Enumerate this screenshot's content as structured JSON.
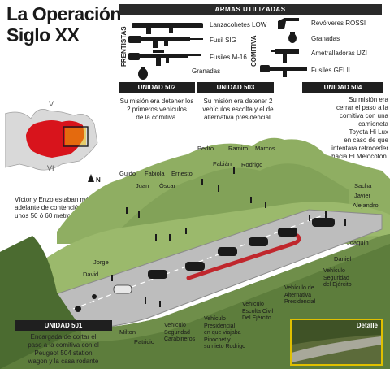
{
  "title": {
    "line1": "La Operación",
    "line2": "Siglo XX"
  },
  "armas": {
    "heading": "ARMAS UTILIZADAS",
    "frentistas_label": "FRENTISTAS",
    "comitiva_label": "COMITIVA",
    "frentistas": [
      "Lanzacohetes LOW",
      "Fusil SIG",
      "Fusiles M-16",
      "Granadas"
    ],
    "comitiva": [
      "Revólveres ROSSI",
      "Granadas",
      "Ametralladoras UZI",
      "Fusiles GELIL"
    ]
  },
  "units": {
    "u502": {
      "label": "UNIDAD 502",
      "text": [
        "Su misión era detener los",
        "2 primeros vehículos",
        "de la comitiva."
      ]
    },
    "u503": {
      "label": "UNIDAD 503",
      "text": [
        "Su misión era detener 2",
        "vehículos escolta y el de",
        "alternativa presidencial."
      ]
    },
    "u504": {
      "label": "UNIDAD 504",
      "text": [
        "Su misión era",
        "cerrar el paso a la",
        "comitiva con una",
        "camioneta",
        "Toyota Hi Lux",
        "en caso de que",
        "intentara retroceder",
        "hacia El Melocotón."
      ]
    },
    "u501": {
      "label": "UNIDAD 501",
      "text": [
        "Encargada de cortar el",
        "paso a la comitiva con el",
        "Peugeot 504 station",
        "wagon y la casa rodante"
      ]
    }
  },
  "map": {
    "region_v": "V",
    "region_vi": "VI",
    "north": "N"
  },
  "victor_note": [
    "Víctor y Enzo estaban más",
    "adelante de contención a",
    "unos 50 ó 60 metros."
  ],
  "people": {
    "pedro": "Pedro",
    "ramiro": "Ramiro",
    "marcos": "Marcos",
    "fabian": "Fabián",
    "rodrigo": "Rodrigo",
    "guido": "Guido",
    "fabiola": "Fabiola",
    "ernesto": "Ernesto",
    "juan": "Juan",
    "oscar": "Óscar",
    "sacha": "Sacha",
    "javier": "Javier",
    "alejandro": "Alejandro",
    "joaquin": "Joaquín",
    "daniel": "Daniel",
    "jorge": "Jorge",
    "david": "David",
    "milton": "Milton",
    "patricio": "Patricio"
  },
  "vehicles": {
    "seguridad_carabineros": [
      "Vehículo",
      "Seguridad",
      "Carabineros"
    ],
    "presidencial": [
      "Vehículo",
      "Presidencial",
      "en que viajaba",
      "Pinochet y",
      "su nieto Rodrigo"
    ],
    "escolta_civil": [
      "Vehículo",
      "Escolta Civil",
      "Del Ejército"
    ],
    "alternativa": [
      "Vehículo de",
      "Alternativa",
      "Presidencial"
    ],
    "seguridad_ejercito": [
      "Vehículo",
      "Seguridad",
      "del Ejército"
    ]
  },
  "detalle": "Detalle",
  "colors": {
    "mountain": "#8fae62",
    "mountain_dark": "#5d7d3c",
    "road": "#b9b9b9",
    "red_path": "#c0272d",
    "map_red": "#d8141c",
    "bar": "#1f1f1f"
  }
}
